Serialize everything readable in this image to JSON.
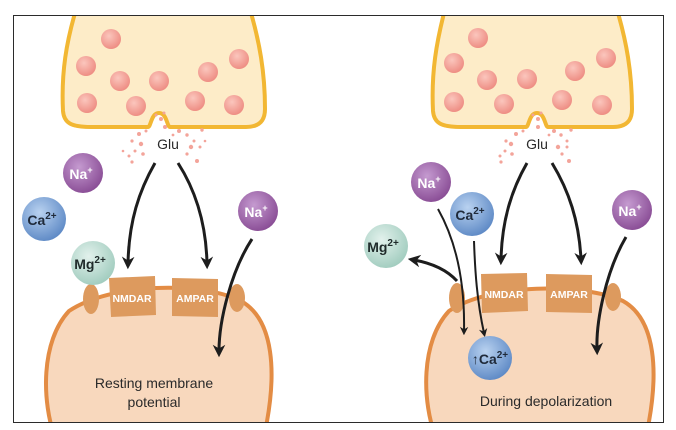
{
  "figure": {
    "title": "NMDA receptor activation: resting vs depolarized membrane",
    "colors": {
      "presynaptic_fill": "#fdecc8",
      "presynaptic_border": "#f2b733",
      "vesicle": "#f29a8f",
      "postsynaptic_fill": "#f8d8bd",
      "postsynaptic_border": "#e38c44",
      "receptor": "#dd9a5e",
      "na_ion": "#9a5ea6",
      "ca_ion": "#6d97cf",
      "mg_ion": "#b5d9cc",
      "arrow": "#1d1d1d",
      "frame": "#2b2b2b"
    }
  },
  "panels": [
    {
      "id": "resting",
      "neurotransmitter_label": "Glu",
      "receptors": [
        "NMDAR",
        "AMPAR"
      ],
      "ions": [
        {
          "symbol": "Na",
          "charge": "+",
          "type": "na"
        },
        {
          "symbol": "Ca",
          "charge": "2+",
          "type": "ca"
        },
        {
          "symbol": "Mg",
          "charge": "2+",
          "type": "mg"
        },
        {
          "symbol": "Na",
          "charge": "+",
          "type": "na"
        }
      ],
      "caption_line1": "Resting membrane",
      "caption_line2": "potential"
    },
    {
      "id": "depolarization",
      "neurotransmitter_label": "Glu",
      "receptors": [
        "NMDAR",
        "AMPAR"
      ],
      "ions": [
        {
          "symbol": "Na",
          "charge": "+",
          "type": "na"
        },
        {
          "symbol": "Ca",
          "charge": "2+",
          "type": "ca"
        },
        {
          "symbol": "Mg",
          "charge": "2+",
          "type": "mg"
        },
        {
          "symbol": "Na",
          "charge": "+",
          "type": "na"
        },
        {
          "symbol": "Ca",
          "charge": "2+",
          "type": "ca",
          "prefix": "↑"
        }
      ],
      "caption_line1": "During depolarization",
      "caption_line2": ""
    }
  ]
}
